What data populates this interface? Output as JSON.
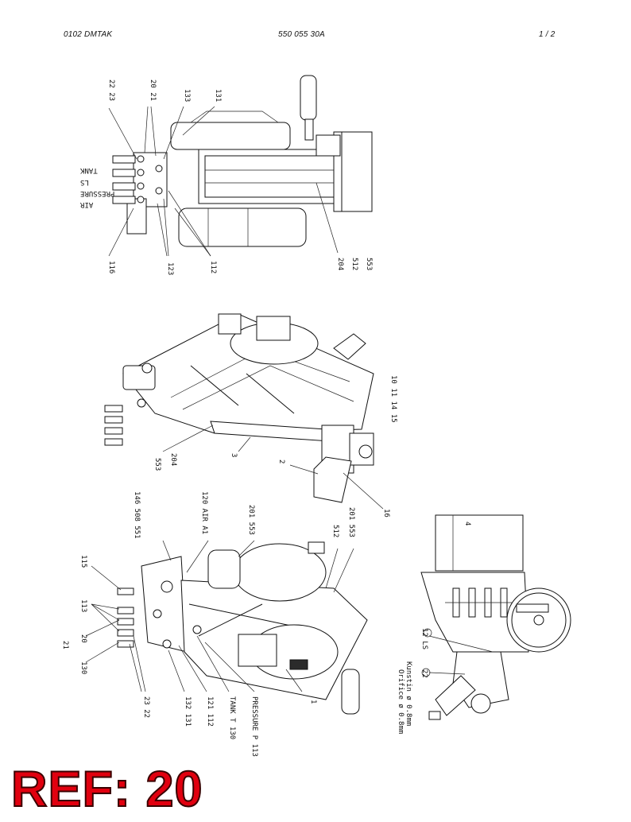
{
  "header": {
    "left": "0102  DMTAK",
    "center": "550 055 30A",
    "right": "1 /  2"
  },
  "view1": {
    "top_labels": [
      "22  23",
      "20  21",
      "133",
      "131"
    ],
    "port_labels": [
      "TANK",
      "LS",
      "PRESSURE",
      "AIR"
    ],
    "bottom_labels": [
      "116",
      "123",
      "112",
      "204",
      "512",
      "553"
    ]
  },
  "view2": {
    "labels": [
      "553",
      "204",
      "3",
      "2",
      "16",
      "10  11  14  15"
    ]
  },
  "view3": {
    "labels": [
      "115",
      "113",
      "20",
      "130",
      "21",
      "23  22",
      "132 131",
      "121 112",
      "TANK  T 130",
      "PRESSURE  P  113",
      "1",
      "146 508 551",
      "120 AIR A1",
      "201 553",
      "512",
      "201 553"
    ]
  },
  "view4": {
    "labels": [
      "Orifice ø 0.8mm",
      "Kunstin ø 0.8mm",
      "12 LS",
      "22",
      "4"
    ]
  },
  "reference": "REF: 20"
}
